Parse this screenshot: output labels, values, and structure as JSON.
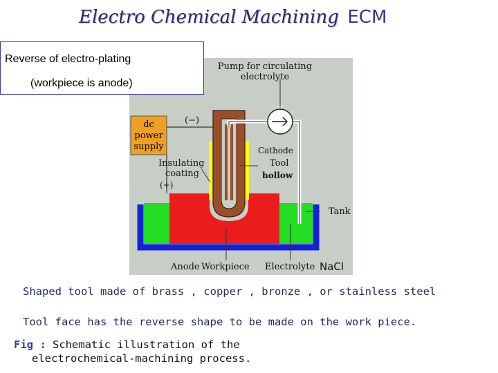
{
  "title": {
    "main": "Electro Chemical Machining",
    "abbr": "ECM"
  },
  "callout": {
    "line1": "Reverse of electro-plating",
    "line2": "(workpiece is anode)"
  },
  "diagram": {
    "pump_label_1": "Pump for circulating",
    "pump_label_2": "electrolyte",
    "dc_label_1": "dc",
    "dc_label_2": "power",
    "dc_label_3": "supply",
    "neg_terminal": "(−)",
    "pos_terminal": "(+)",
    "cathode_label_1": "Cathode",
    "cathode_label_2": "Tool",
    "cathode_label_3": "hollow",
    "insulating_label_1": "Insulating",
    "insulating_label_2": "coating",
    "tank_label": "Tank",
    "anode_label": "Anode",
    "workpiece_label": "Workpiece",
    "electrolyte_label": "Electrolyte",
    "nacl_label": "NaCl",
    "colors": {
      "background": "#c6cec6",
      "power_supply": "#f0a020",
      "workpiece": "#ea1c1c",
      "electrolyte": "#22dd22",
      "tank": "#1520d8",
      "tool": "#9a4e2a",
      "insulation": "#ffff00"
    }
  },
  "text": {
    "line1": "Shaped tool made of brass , copper , bronze , or stainless steel",
    "line2": "Tool face has the reverse shape to be made on the work piece."
  },
  "caption": {
    "label": "Fig :",
    "line1": "Schematic illustration of the",
    "line2": "electrochemical-machining process."
  }
}
